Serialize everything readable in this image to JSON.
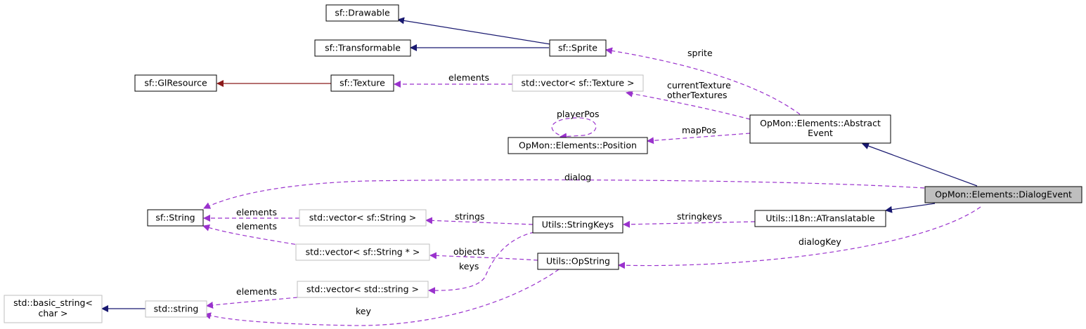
{
  "nodes": {
    "drawable": "sf::Drawable",
    "transformable": "sf::Transformable",
    "sprite": "sf::Sprite",
    "glresource": "sf::GlResource",
    "texture": "sf::Texture",
    "vector_texture": "std::vector< sf::Texture >",
    "abstract_event_line1": "OpMon::Elements::Abstract",
    "abstract_event_line2": "Event",
    "position": "OpMon::Elements::Position",
    "dialog_event": "OpMon::Elements::DialogEvent",
    "sf_string": "sf::String",
    "vector_sf_string": "std::vector< sf::String >",
    "string_keys": "Utils::StringKeys",
    "atranslatable": "Utils::I18n::ATranslatable",
    "vector_sf_string_ptr": "std::vector< sf::String * >",
    "opstring": "Utils::OpString",
    "basic_string_line1": "std::basic_string<",
    "basic_string_line2": "char >",
    "std_string": "std::string",
    "vector_std_string": "std::vector< std::string >"
  },
  "edge_labels": {
    "sprite": "sprite",
    "elements_texture": "elements",
    "current_texture": "currentTexture",
    "other_textures": "otherTextures",
    "player_pos": "playerPos",
    "map_pos": "mapPos",
    "dialog": "dialog",
    "elements_string_1": "elements",
    "elements_string_2": "elements",
    "strings": "strings",
    "stringkeys": "stringkeys",
    "objects": "objects",
    "dialog_key": "dialogKey",
    "keys": "keys",
    "elements_std_string": "elements",
    "key": "key"
  },
  "colors": {
    "inheritance": "#191970",
    "private_inheritance": "#8b1a1a",
    "usage": "#9a32cd",
    "focus_fill": "#bfbfbf",
    "external_border": "#bfbfbf"
  }
}
